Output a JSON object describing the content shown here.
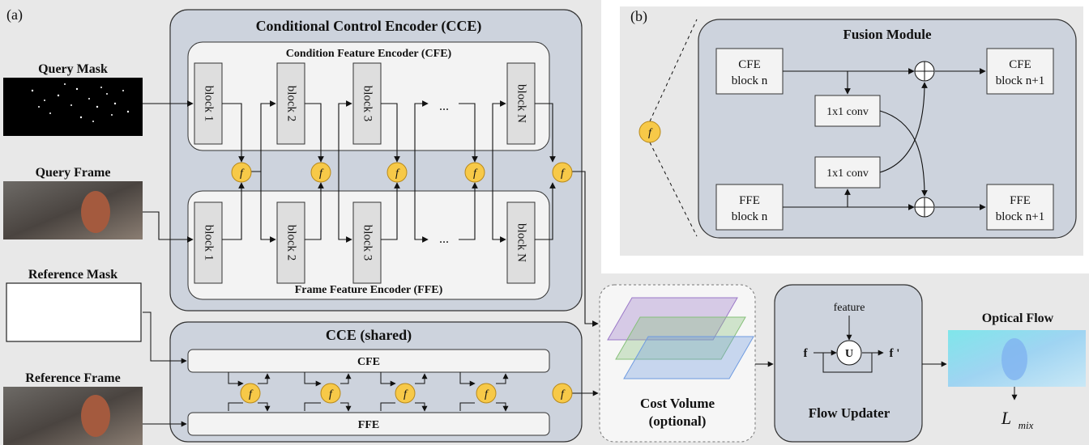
{
  "panel_a": {
    "label": "(a)",
    "cce_title": "Conditional Control Encoder (CCE)",
    "cfe_title": "Condition Feature Encoder (CFE)",
    "ffe_title": "Frame Feature Encoder (FFE)",
    "blocks": [
      "block 1",
      "block 2",
      "block 3",
      "block N"
    ],
    "ellipsis": "...",
    "fusion_symbol": "f",
    "inputs": {
      "query_mask": "Query Mask",
      "query_frame": "Query Frame",
      "reference_mask": "Reference Mask",
      "reference_frame": "Reference Frame"
    },
    "shared": {
      "title": "CCE (shared)",
      "cfe": "CFE",
      "ffe": "FFE"
    },
    "cost_volume": {
      "line1": "Cost Volume",
      "line2": "(optional)"
    },
    "flow_updater": {
      "title": "Flow Updater",
      "feature": "feature",
      "f_in": "f",
      "f_out": "f '",
      "unit": "U"
    },
    "optical_flow": "Optical Flow",
    "loss_symbol": "L",
    "loss_subscript": "mix"
  },
  "panel_b": {
    "label": "(b)",
    "title": "Fusion Module",
    "fusion_symbol": "f",
    "cfe_block_n": [
      "CFE",
      "block n"
    ],
    "ffe_block_n": [
      "FFE",
      "block n"
    ],
    "cfe_block_n1": [
      "CFE",
      "block n+1"
    ],
    "ffe_block_n1": [
      "FFE",
      "block n+1"
    ],
    "conv": "1x1 conv"
  },
  "colors": {
    "panel_bg": "#e8e8e8",
    "encoder_bg": "#cdd3dd",
    "inner_bg": "#f3f3f3",
    "block_fill": "#dedede",
    "fusion_yellow": "#f7c948",
    "cost_purple": "#9b78c8",
    "cost_green": "#86c07a",
    "cost_blue": "#6f9be0"
  }
}
